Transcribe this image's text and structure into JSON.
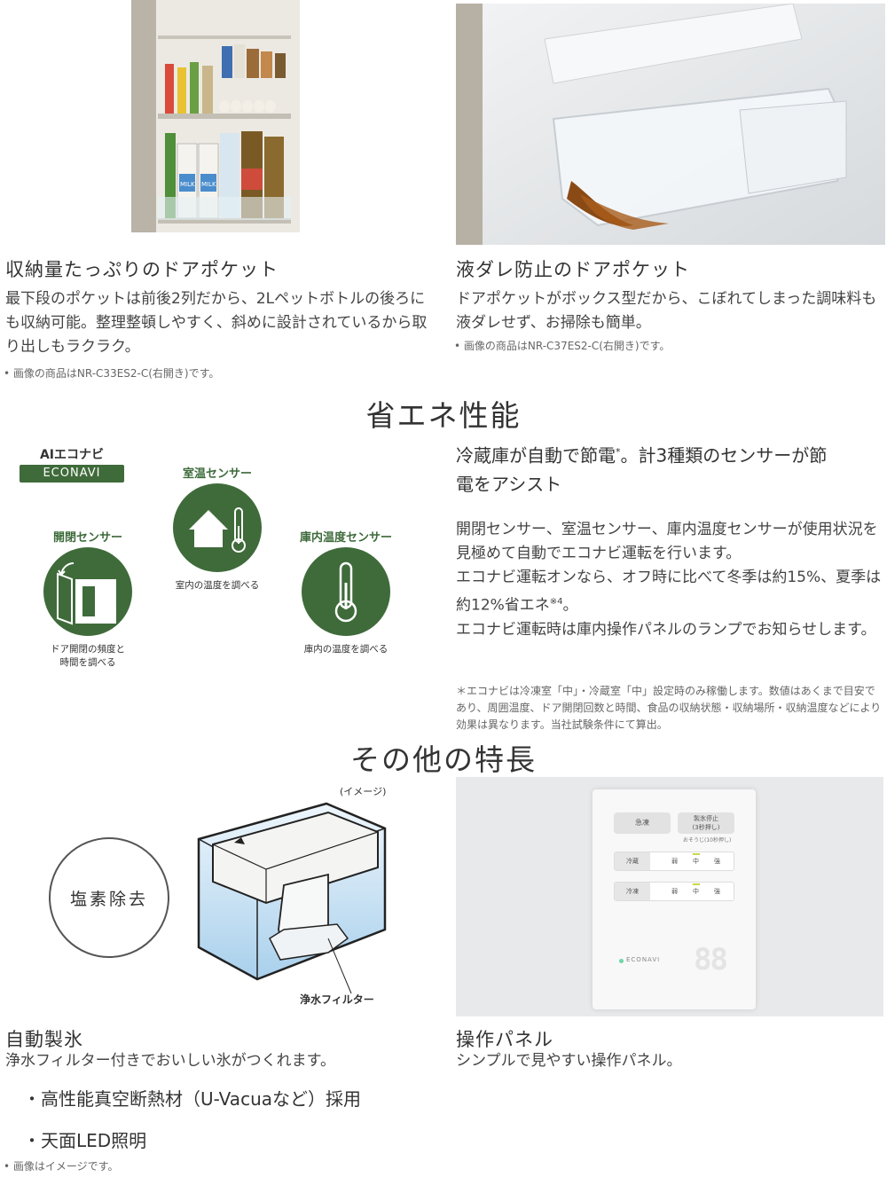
{
  "door_pocket_storage": {
    "title": "収納量たっぷりのドアポケット",
    "body": "最下段のポケットは前後2列だから、2Lペットボトルの後ろにも収納可能。整理整頓しやすく、斜めに設計されているから取り出しもラクラク。",
    "note": "• 画像の商品はNR-C33ES2-C(右開き)です。",
    "photo_labels": {
      "milk1": "MILK",
      "milk2": "MILK"
    }
  },
  "door_pocket_drip": {
    "title": "液ダレ防止のドアポケット",
    "body": "ドアポケットがボックス型だから、こぼれてしまった調味料も液ダレせず、お掃除も簡単。",
    "note": "• 画像の商品はNR-C37ES2-C(右開き)です。"
  },
  "energy_section": {
    "title": "省エネ性能",
    "logo_top": "AIエコナビ",
    "logo_bottom": "ECONAVI",
    "sensors": [
      {
        "label": "開閉センサー",
        "desc_line1": "ドア開閉の頻度と",
        "desc_line2": "時間を調べる",
        "icon": "door-sensor-icon"
      },
      {
        "label": "室温センサー",
        "desc_line1": "室内の温度を調べる",
        "icon": "house-thermometer-icon"
      },
      {
        "label": "庫内温度センサー",
        "desc_line1": "庫内の温度を調べる",
        "icon": "thermometer-icon"
      }
    ],
    "headline_line1": "冷蔵庫が自動で節電",
    "headline_sup": "*",
    "headline_line1_tail": "。計3種類のセンサーが節",
    "headline_line2": "電をアシスト",
    "para1": "開閉センサー、室温センサー、庫内温度センサーが使用状況を見極めて自動でエコナビ運転を行います。",
    "para2_a": "エコナビ運転オンなら、オフ時に比べて冬季は約15%、夏季は約12%省エネ",
    "para2_sup": "※4",
    "para2_b": "。",
    "para3": "エコナビ運転時は庫内操作パネルのランプでお知らせします。",
    "footnote": "＊エコナビは冷凍室「中」・冷蔵室「中」設定時のみ稼働します。数値はあくまで目安であり、周囲温度、ドア開閉回数と時間、食品の収納状態・収納場所・収納温度などにより効果は異なります。当社試験条件にて算出。"
  },
  "other_section": {
    "title": "その他の特長",
    "chlorine_badge": "塩素除去",
    "image_caption": "(イメージ)",
    "filter_label": "浄水フィルター",
    "ice_title": "自動製氷",
    "ice_body": "浄水フィルター付きでおいしい氷がつくれます。",
    "panel_title": "操作パネル",
    "panel_body": "シンプルで見やすい操作パネル。",
    "bullets": [
      "・高性能真空断熱材（U-Vacuaなど）採用",
      "・天面LED照明"
    ],
    "note": "• 画像はイメージです。"
  },
  "control_panel": {
    "btn_quick_freeze": "急凍",
    "btn_ice_stop": "製氷停止",
    "btn_ice_stop_sub": "(3秒押し)",
    "btn_ice_stop_hint": "おそうじ(10秒押し)",
    "row_fridge": "冷蔵",
    "row_freezer": "冷凍",
    "levels": [
      "弱",
      "中",
      "強"
    ],
    "econavi": "ECONAVI",
    "display": "88"
  },
  "colors": {
    "eco_green": "#3f6b3a",
    "text": "#333333",
    "note": "#666666"
  }
}
